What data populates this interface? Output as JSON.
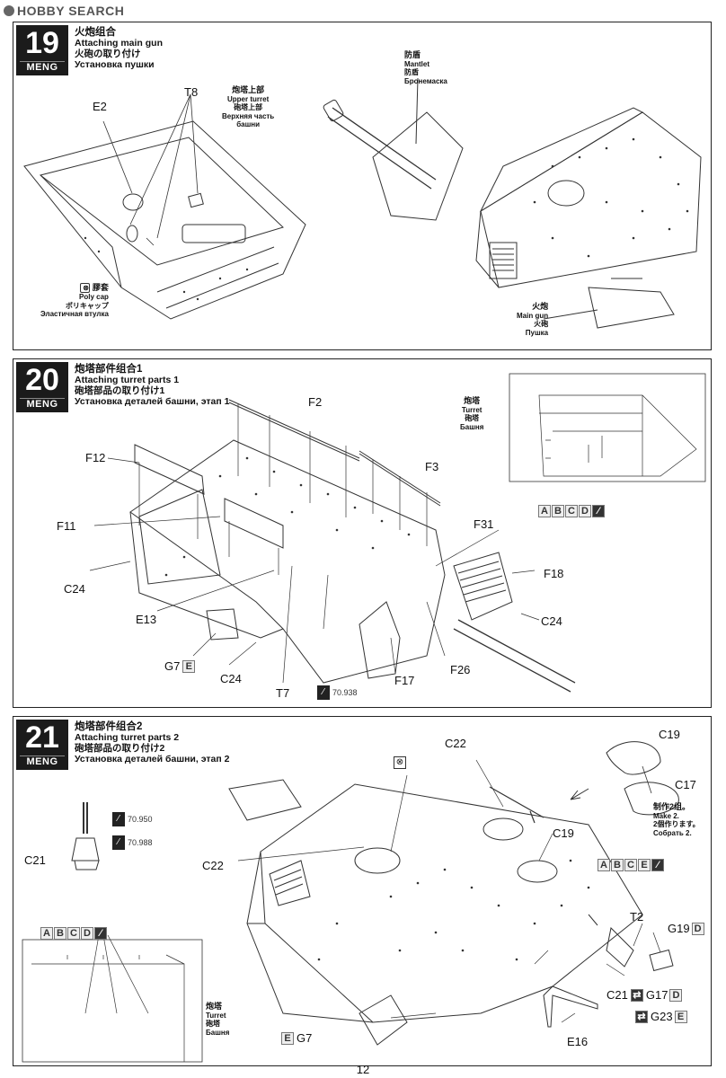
{
  "watermark": "HOBBY SEARCH",
  "page_number": "12",
  "brand": "MENG",
  "step19": {
    "num": "19",
    "title_zh": "火炮组合",
    "title_en": "Attaching main gun",
    "title_ja": "火砲の取り付け",
    "title_ru": "Установка пушки",
    "parts": {
      "e2": "E2",
      "t8": "T8"
    },
    "upper_turret": {
      "zh": "炮塔上部",
      "en": "Upper turret",
      "ja": "砲塔上部",
      "ru1": "Верхняя часть",
      "ru2": "башни"
    },
    "poly_cap": {
      "zh": "膠套",
      "en": "Poly cap",
      "ja": "ポリキャップ",
      "ru": "Эластичная втулка"
    },
    "mantlet": {
      "zh": "防盾",
      "en": "Mantlet",
      "ja": "防盾",
      "ru": "Бронемаска"
    },
    "main_gun": {
      "zh": "火炮",
      "en": "Main gun",
      "ja": "火砲",
      "ru": "Пушка"
    }
  },
  "step20": {
    "num": "20",
    "title_zh": "炮塔部件组合1",
    "title_en": "Attaching turret parts 1",
    "title_ja": "砲塔部品の取り付け1",
    "title_ru": "Установка деталей башни, этап 1",
    "turret": {
      "zh": "炮塔",
      "en": "Turret",
      "ja": "砲塔",
      "ru": "Башня"
    },
    "parts": {
      "f2": "F2",
      "f12": "F12",
      "f3": "F3",
      "f11": "F11",
      "f31": "F31",
      "f18": "F18",
      "c24a": "C24",
      "c24b": "C24",
      "c24c": "C24",
      "e13": "E13",
      "g7": "G7",
      "g7_src": "E",
      "t7": "T7",
      "f17": "F17",
      "f26": "F26"
    },
    "boxes": [
      "A",
      "B",
      "C",
      "D"
    ],
    "paint": "70.938"
  },
  "step21": {
    "num": "21",
    "title_zh": "炮塔部件组合2",
    "title_en": "Attaching turret parts 2",
    "title_ja": "砲塔部品の取り付け2",
    "title_ru": "Установка деталей башни, этап 2",
    "parts": {
      "c22a": "C22",
      "c22b": "C22",
      "c19a": "C19",
      "c19b": "C19",
      "c17": "C17",
      "c21a": "C21",
      "c21b": "C21",
      "t2": "T2",
      "g19": "G19",
      "g19_src": "D",
      "g17": "G17",
      "g17_src": "D",
      "g23": "G23",
      "g23_src": "E",
      "e16": "E16",
      "g7": "G7",
      "g7_src": "E"
    },
    "make2": {
      "zh": "制作2组。",
      "en": "Make 2.",
      "ja": "2個作ります。",
      "ru": "Собрать 2."
    },
    "paints": [
      "70.950",
      "70.988"
    ],
    "boxes_left": [
      "A",
      "B",
      "C",
      "D"
    ],
    "boxes_right": [
      "A",
      "B",
      "C",
      "E"
    ],
    "turret": {
      "zh": "炮塔",
      "en": "Turret",
      "ja": "砲塔",
      "ru": "Башня"
    }
  }
}
